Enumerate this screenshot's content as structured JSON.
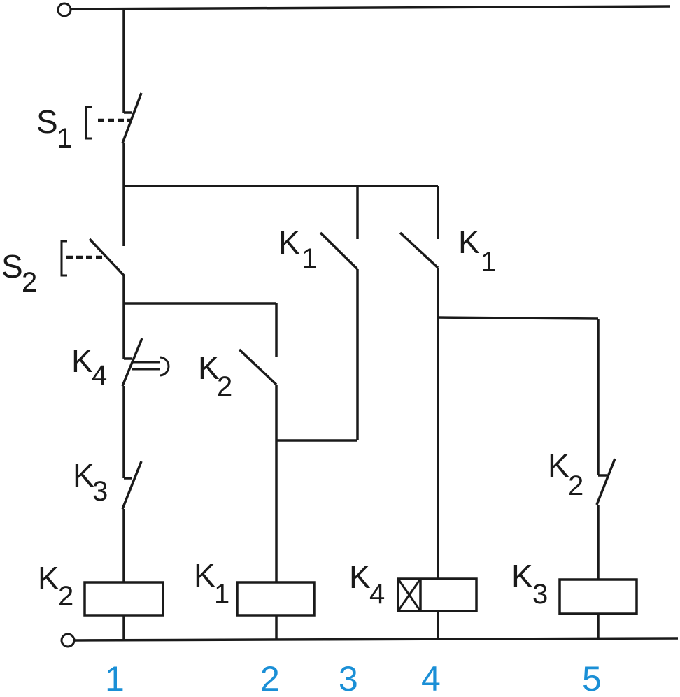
{
  "labels": {
    "s1": {
      "main": "S",
      "sub": "1"
    },
    "s2": {
      "main": "S",
      "sub": "2"
    },
    "k1_contact_left": {
      "main": "K",
      "sub": "1"
    },
    "k1_contact_right": {
      "main": "K",
      "sub": "1"
    },
    "k4_contact": {
      "main": "K",
      "sub": "4"
    },
    "k2_contact_col2": {
      "main": "K",
      "sub": "2"
    },
    "k3_contact": {
      "main": "K",
      "sub": "3"
    },
    "k2_contact_col5": {
      "main": "K",
      "sub": "2"
    },
    "k2_coil": {
      "main": "K",
      "sub": "2"
    },
    "k1_coil": {
      "main": "K",
      "sub": "1"
    },
    "k4_coil": {
      "main": "K",
      "sub": "4"
    },
    "k3_coil": {
      "main": "K",
      "sub": "3"
    }
  },
  "columns": [
    "1",
    "2",
    "3",
    "4",
    "5"
  ],
  "colors": {
    "line": "#1a1a1a",
    "column_numbers": "#1a8fd6"
  }
}
